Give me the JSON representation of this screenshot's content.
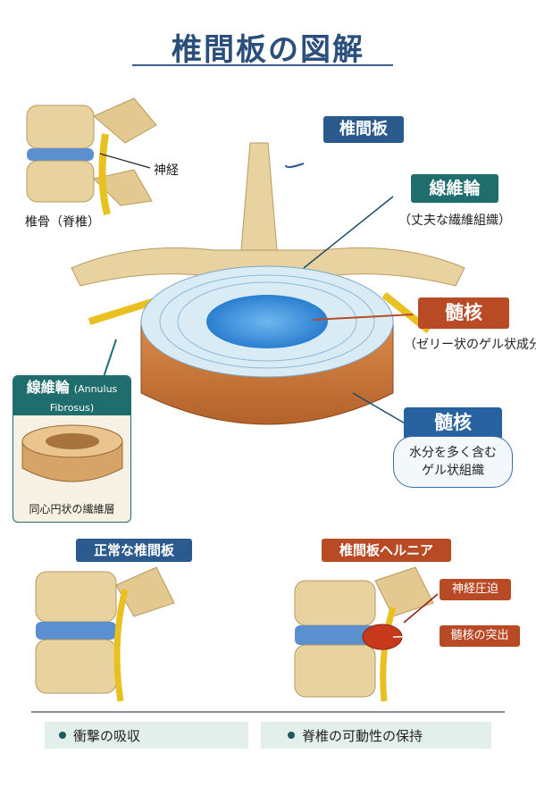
{
  "title": "椎間板の図解",
  "top_left_figure": {
    "nerve_label": "神経",
    "vertebra_label": "椎骨（脊椎）"
  },
  "main_labels": {
    "disc": "椎間板",
    "annulus": "線維輪",
    "annulus_desc": "（丈夫な繊維組織）",
    "nucleus": "髄核",
    "nucleus_desc": "（ゼリー状のゲル状成分",
    "nucleus2": "髄核",
    "nucleus2_desc_line1": "水分を多く含む",
    "nucleus2_desc_line2": "ゲル状組織"
  },
  "annulus_inset": {
    "title": "線維輪",
    "latin_line1": "(Annulus",
    "latin_line2": "Fibrosus)",
    "caption": "同心円状の繊維層"
  },
  "normal_panel": {
    "title": "正常な椎間板"
  },
  "hernia_panel": {
    "title": "椎間板ヘルニア",
    "label_compression": "神経圧迫",
    "label_protrusion": "髄核の突出"
  },
  "functions": [
    "衝撃の吸収",
    "脊椎の可動性の保持"
  ],
  "colors": {
    "title": "#2b4f7c",
    "teal": "#1f6d6d",
    "orange": "#b84b26",
    "blue": "#2861a0",
    "bone": "#e8d3a0",
    "disc_blue": "#5a8fd0"
  }
}
